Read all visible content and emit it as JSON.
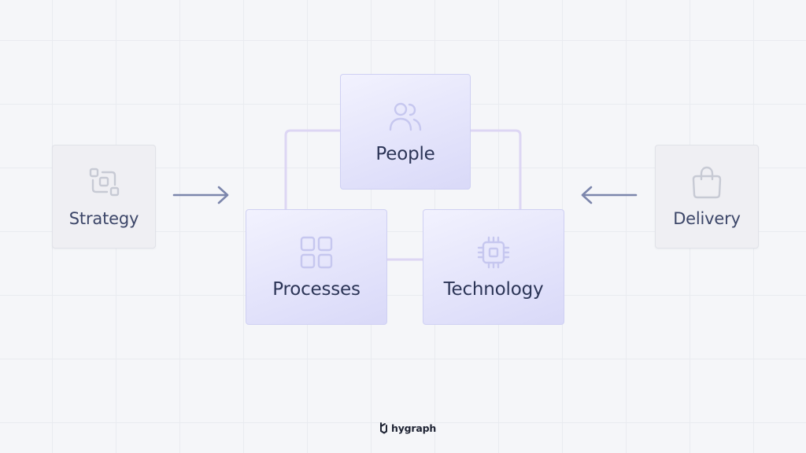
{
  "diagram": {
    "core_nodes": [
      {
        "id": "people",
        "label": "People",
        "icon": "users-icon"
      },
      {
        "id": "processes",
        "label": "Processes",
        "icon": "grid-icon"
      },
      {
        "id": "technology",
        "label": "Technology",
        "icon": "cpu-chip-icon"
      }
    ],
    "side_nodes": [
      {
        "id": "strategy",
        "label": "Strategy",
        "icon": "strategy-flow-icon"
      },
      {
        "id": "delivery",
        "label": "Delivery",
        "icon": "shopping-bag-icon"
      }
    ],
    "edges": [
      {
        "from": "strategy",
        "to": "core",
        "direction": "right"
      },
      {
        "from": "delivery",
        "to": "core",
        "direction": "left"
      },
      {
        "from": "people",
        "to": "processes"
      },
      {
        "from": "people",
        "to": "technology"
      },
      {
        "from": "processes",
        "to": "technology"
      }
    ]
  },
  "brand": {
    "name": "hygraph",
    "icon": "hygraph-logo-icon"
  },
  "colors": {
    "background": "#f5f6f9",
    "grid_line": "#e9ebf0",
    "core_card_fill": "#e4e4fb",
    "core_card_border": "#cfd0f3",
    "side_card_fill": "#efeff3",
    "connector": "#ddd6f4",
    "arrow": "#7c86ac",
    "label_text": "#2c3557"
  }
}
